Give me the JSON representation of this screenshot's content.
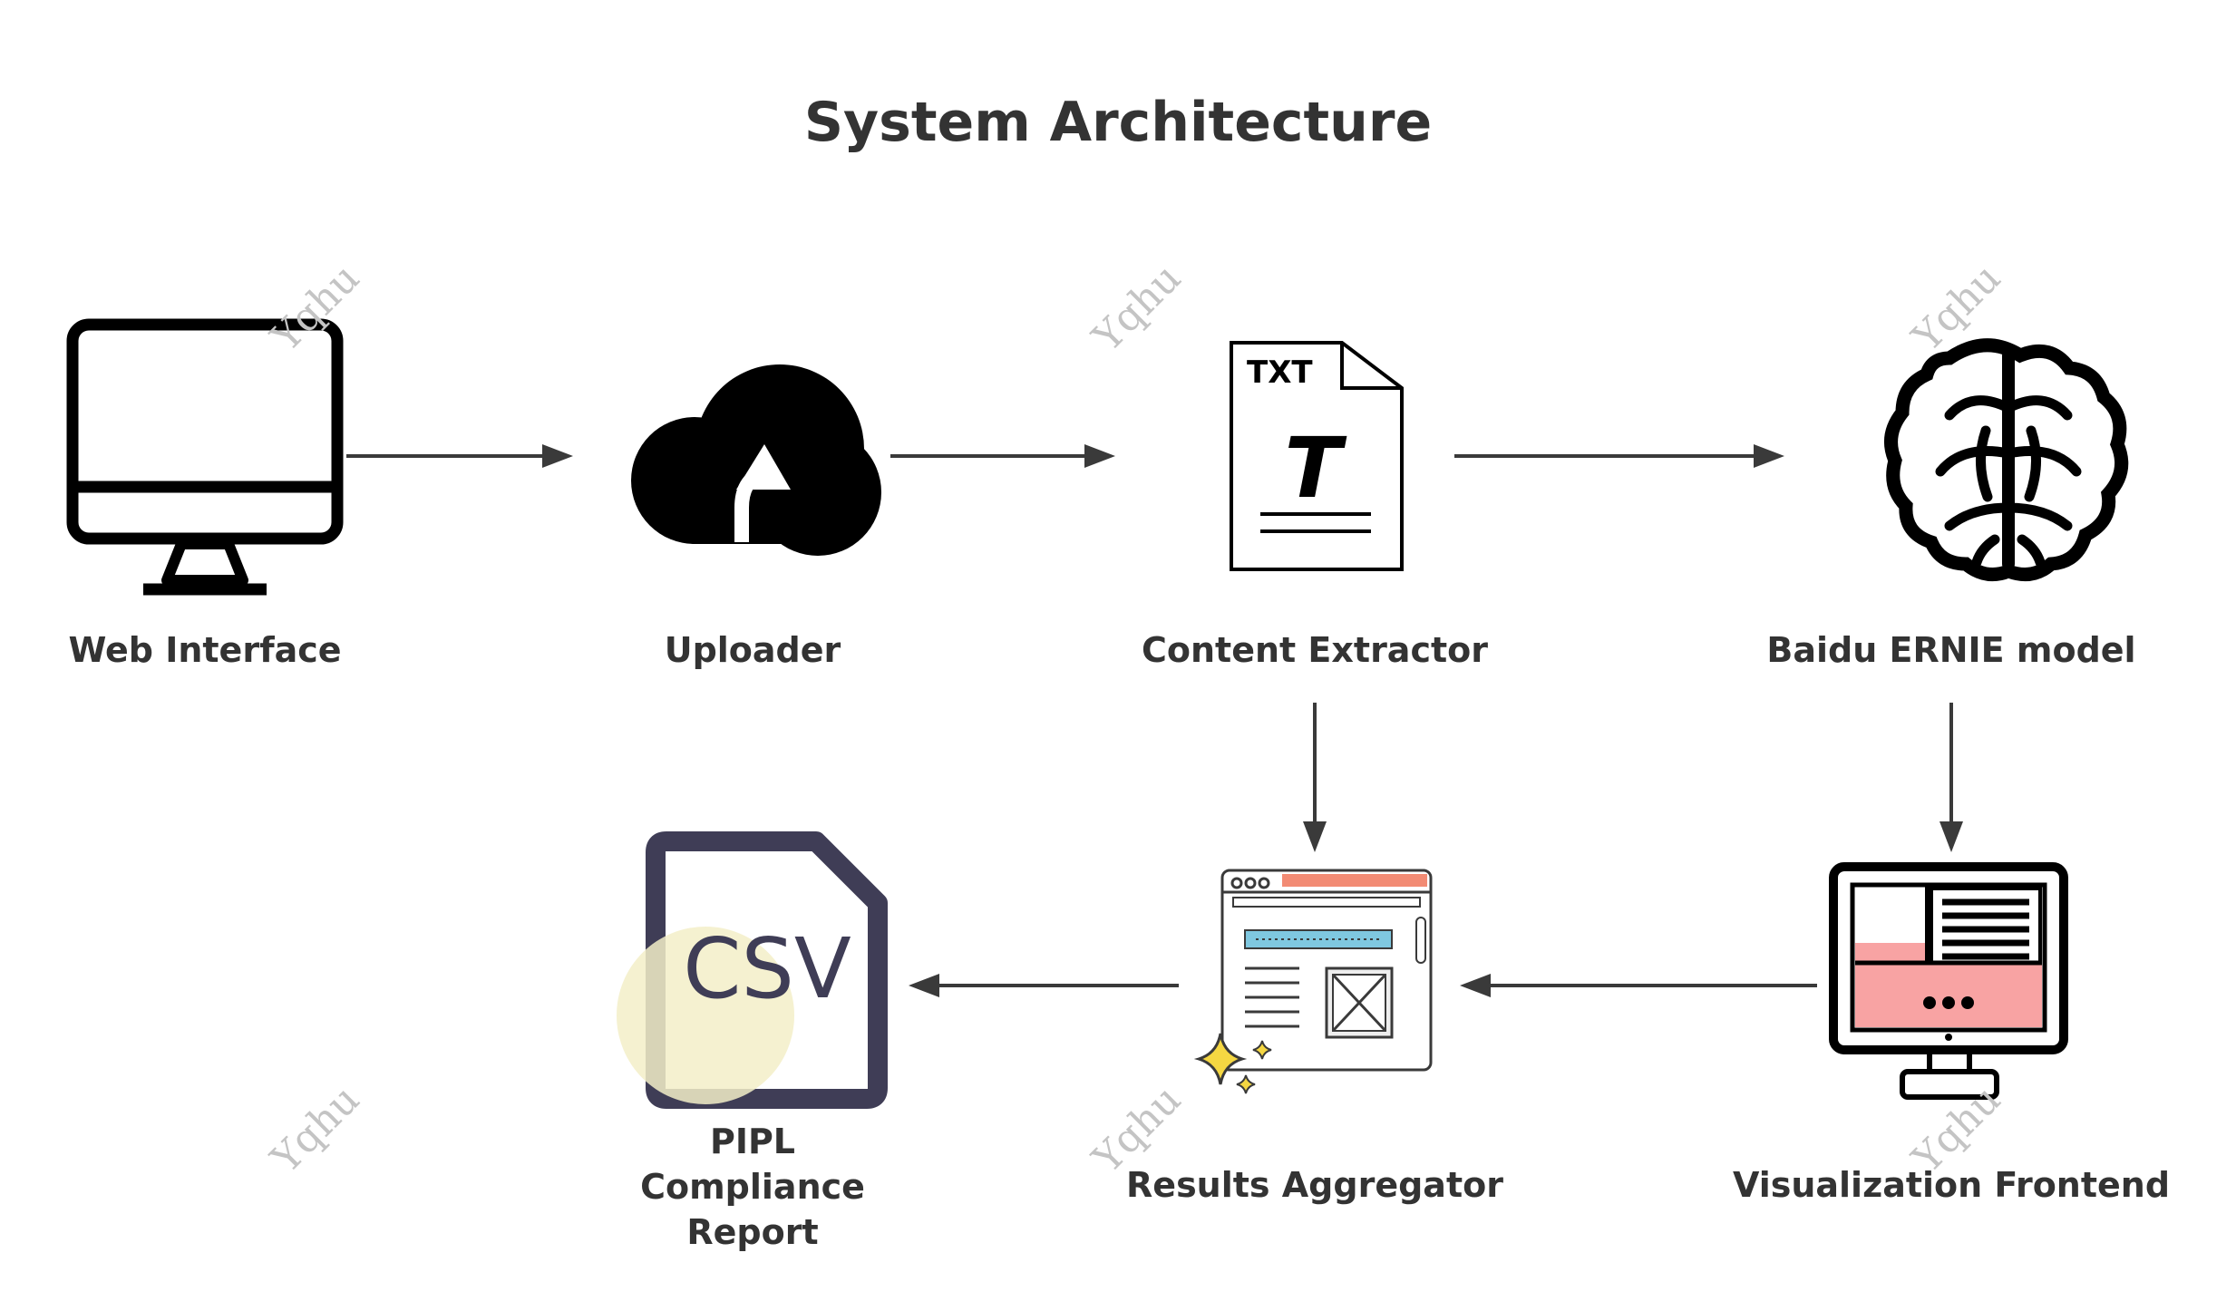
{
  "title": "System Architecture",
  "watermark": "Yqhu",
  "nodes": {
    "web_interface": {
      "label": "Web Interface",
      "icon": "monitor-icon"
    },
    "uploader": {
      "label": "Uploader",
      "icon": "cloud-upload-icon"
    },
    "content_extractor": {
      "label": "Content Extractor",
      "icon": "txt-file-icon",
      "icon_text": "TXT"
    },
    "ernie_model": {
      "label": "Baidu ERNIE model",
      "icon": "brain-icon"
    },
    "visualization_frontend": {
      "label": "Visualization Frontend",
      "icon": "dashboard-monitor-icon"
    },
    "results_aggregator": {
      "label": "Results Aggregator",
      "icon": "browser-window-icon"
    },
    "compliance_report": {
      "label_lines": [
        "PIPL",
        "Compliance",
        "Report"
      ],
      "icon": "csv-file-icon",
      "icon_text": "CSV"
    }
  },
  "colors": {
    "text": "#333333",
    "arrow": "#3a3a3a",
    "csv_border": "#3f3d56",
    "csv_highlight": "#f3efc8",
    "browser_header": "#f28b74",
    "browser_bar": "#7fc8e0",
    "dashboard_fill": "#f8a3a3",
    "sparkle": "#f5d742"
  }
}
